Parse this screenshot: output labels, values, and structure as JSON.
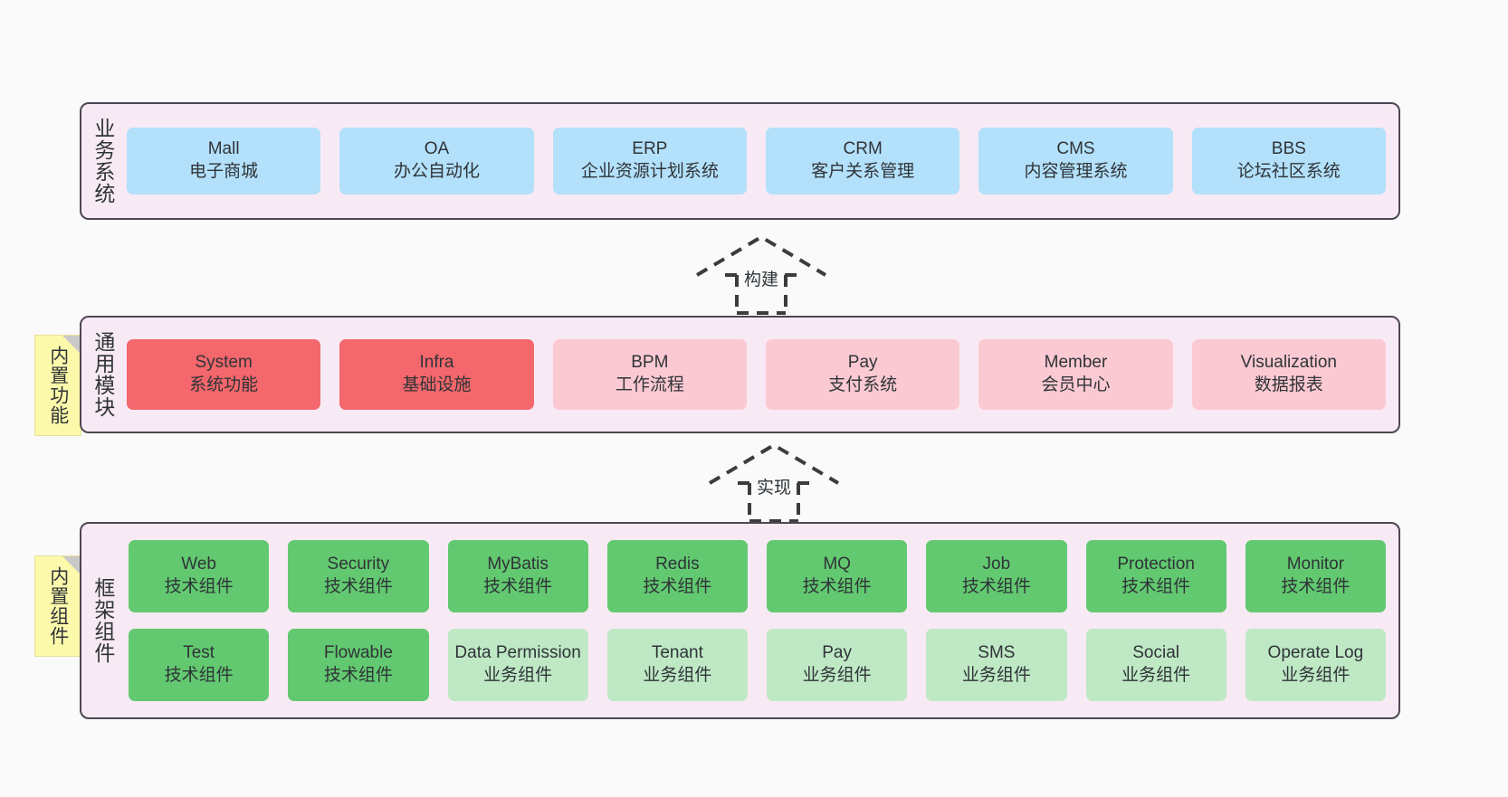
{
  "diagram": {
    "background": "#fafafa",
    "layer_fill": "#f8eaf4",
    "layer_border": "#4d4752",
    "note_fill": "#fdf9ab"
  },
  "notes": [
    {
      "id": "note-common",
      "text": "内置功能"
    },
    {
      "id": "note-framework",
      "text": "内置组件"
    }
  ],
  "connectors": [
    {
      "id": "arrow-build",
      "label": "构建",
      "style": "dashed-generalization-up"
    },
    {
      "id": "arrow-realize",
      "label": "实现",
      "style": "dashed-generalization-up"
    }
  ],
  "layers": [
    {
      "id": "business",
      "title": "业务系统",
      "color": "#b3e0fb",
      "rows": [
        [
          {
            "name": "Mall",
            "desc": "电子商城",
            "color": "#b3e0fb"
          },
          {
            "name": "OA",
            "desc": "办公自动化",
            "color": "#b3e0fb"
          },
          {
            "name": "ERP",
            "desc": "企业资源计划系统",
            "color": "#b3e0fb"
          },
          {
            "name": "CRM",
            "desc": "客户关系管理",
            "color": "#b3e0fb"
          },
          {
            "name": "CMS",
            "desc": "内容管理系统",
            "color": "#b3e0fb"
          },
          {
            "name": "BBS",
            "desc": "论坛社区系统",
            "color": "#b3e0fb"
          }
        ]
      ]
    },
    {
      "id": "common",
      "title": "通用模块",
      "rows": [
        [
          {
            "name": "System",
            "desc": "系统功能",
            "color": "#f4676c"
          },
          {
            "name": "Infra",
            "desc": "基础设施",
            "color": "#f4676c"
          },
          {
            "name": "BPM",
            "desc": "工作流程",
            "color": "#fbc9d2"
          },
          {
            "name": "Pay",
            "desc": "支付系统",
            "color": "#fbc9d2"
          },
          {
            "name": "Member",
            "desc": "会员中心",
            "color": "#fbc9d2"
          },
          {
            "name": "Visualization",
            "desc": "数据报表",
            "color": "#fbc9d2"
          }
        ]
      ]
    },
    {
      "id": "framework",
      "title": "框架组件",
      "rows": [
        [
          {
            "name": "Web",
            "desc": "技术组件",
            "color": "#62c970"
          },
          {
            "name": "Security",
            "desc": "技术组件",
            "color": "#62c970"
          },
          {
            "name": "MyBatis",
            "desc": "技术组件",
            "color": "#62c970"
          },
          {
            "name": "Redis",
            "desc": "技术组件",
            "color": "#62c970"
          },
          {
            "name": "MQ",
            "desc": "技术组件",
            "color": "#62c970"
          },
          {
            "name": "Job",
            "desc": "技术组件",
            "color": "#62c970"
          },
          {
            "name": "Protection",
            "desc": "技术组件",
            "color": "#62c970"
          },
          {
            "name": "Monitor",
            "desc": "技术组件",
            "color": "#62c970"
          }
        ],
        [
          {
            "name": "Test",
            "desc": "技术组件",
            "color": "#62c970"
          },
          {
            "name": "Flowable",
            "desc": "技术组件",
            "color": "#62c970"
          },
          {
            "name": "Data Permission",
            "desc": "业务组件",
            "color": "#bfe8c5"
          },
          {
            "name": "Tenant",
            "desc": "业务组件",
            "color": "#bfe8c5"
          },
          {
            "name": "Pay",
            "desc": "业务组件",
            "color": "#bfe8c5"
          },
          {
            "name": "SMS",
            "desc": "业务组件",
            "color": "#bfe8c5"
          },
          {
            "name": "Social",
            "desc": "业务组件",
            "color": "#bfe8c5"
          },
          {
            "name": "Operate Log",
            "desc": "业务组件",
            "color": "#bfe8c5"
          }
        ]
      ]
    }
  ]
}
